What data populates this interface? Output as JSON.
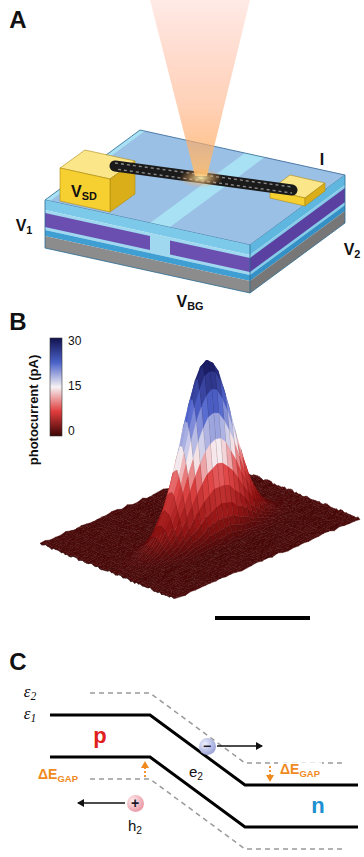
{
  "diagram": {
    "nodes": [
      {
        "text": [
          "−"
        ]
      },
      {
        "text": [
          "+"
        ]
      }
    ],
    "labels": [
      "A",
      "VSD",
      "I",
      "V2",
      "V1",
      "VBG",
      "B",
      "photocurrent (pA)",
      "30",
      "15",
      "0",
      "C",
      "ε2",
      "ε1",
      "p",
      "n",
      "e2",
      "ΔEGAP",
      "ΔEGAP",
      "h2"
    ]
  }
}
